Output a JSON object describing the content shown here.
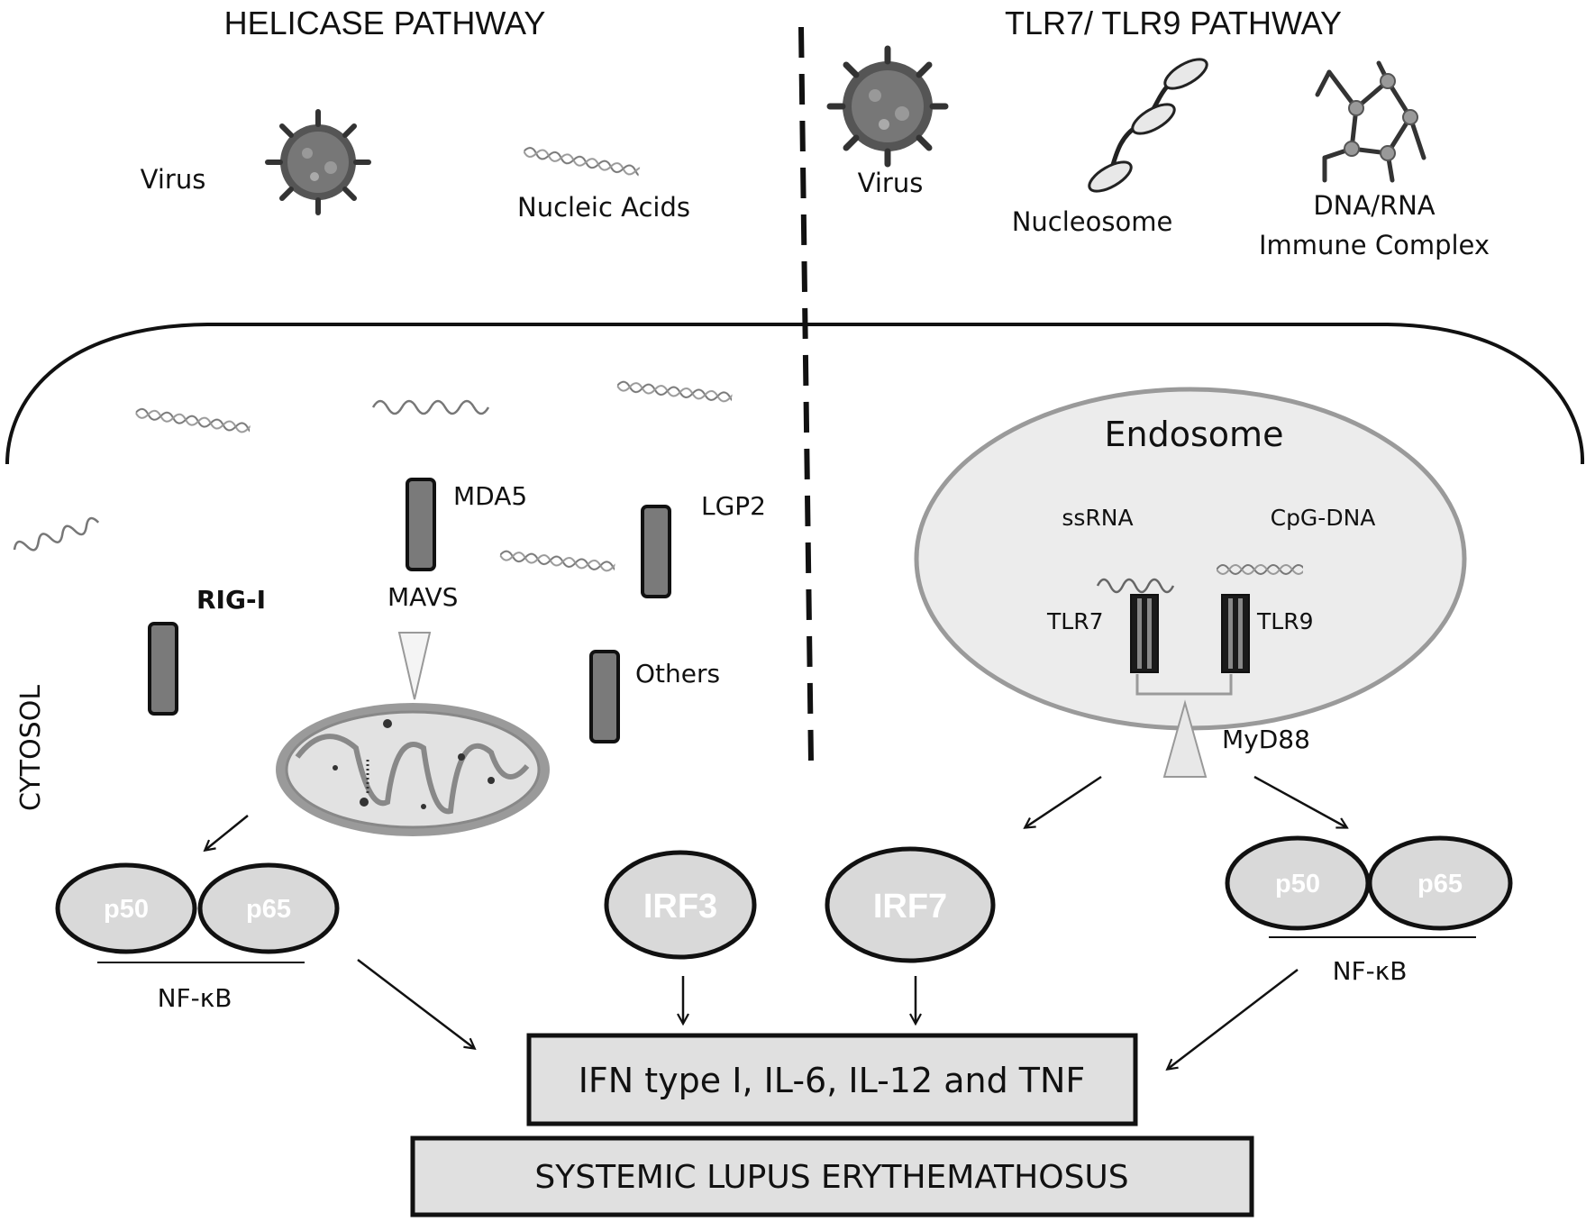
{
  "headers": {
    "helicase": "HELICASE PATHWAY",
    "tlr": "TLR7/ TLR9 PATHWAY"
  },
  "left_ligands": {
    "virus": "Virus",
    "nucleic_acids": "Nucleic Acids"
  },
  "right_ligands": {
    "virus": "Virus",
    "nucleosome": "Nucleosome",
    "immune_complex_line1": "DNA/RNA",
    "immune_complex_line2": "Immune Complex"
  },
  "cytosol": {
    "label": "CYTOSOL",
    "rig_i": "RIG-I",
    "mda5": "MDA5",
    "lgp2": "LGP2",
    "mavs": "MAVS",
    "others": "Others"
  },
  "endosome": {
    "title": "Endosome",
    "ssrna": "ssRNA",
    "cpg_dna": "CpG-DNA",
    "tlr7": "TLR7",
    "tlr9": "TLR9",
    "myd88": "MyD88"
  },
  "nfkb_left": {
    "p50": "p50",
    "p65": "p65",
    "label": "NF-κB"
  },
  "nfkb_right": {
    "p50": "p50",
    "p65": "p65",
    "label": "NF-κB"
  },
  "irf": {
    "irf3": "IRF3",
    "irf7": "IRF7"
  },
  "outputs": {
    "cytokines": "IFN type I, IL-6, IL-12 and TNF",
    "disease": "SYSTEMIC LUPUS ERYTHEMATHOSUS"
  },
  "colors": {
    "receptor_fill": "#7a7a7a",
    "oval_fill": "#d9d9d9",
    "endosome_fill": "#ececec",
    "box_fill": "#e0e0e0",
    "tlr_fill": "#1a1a1a"
  }
}
